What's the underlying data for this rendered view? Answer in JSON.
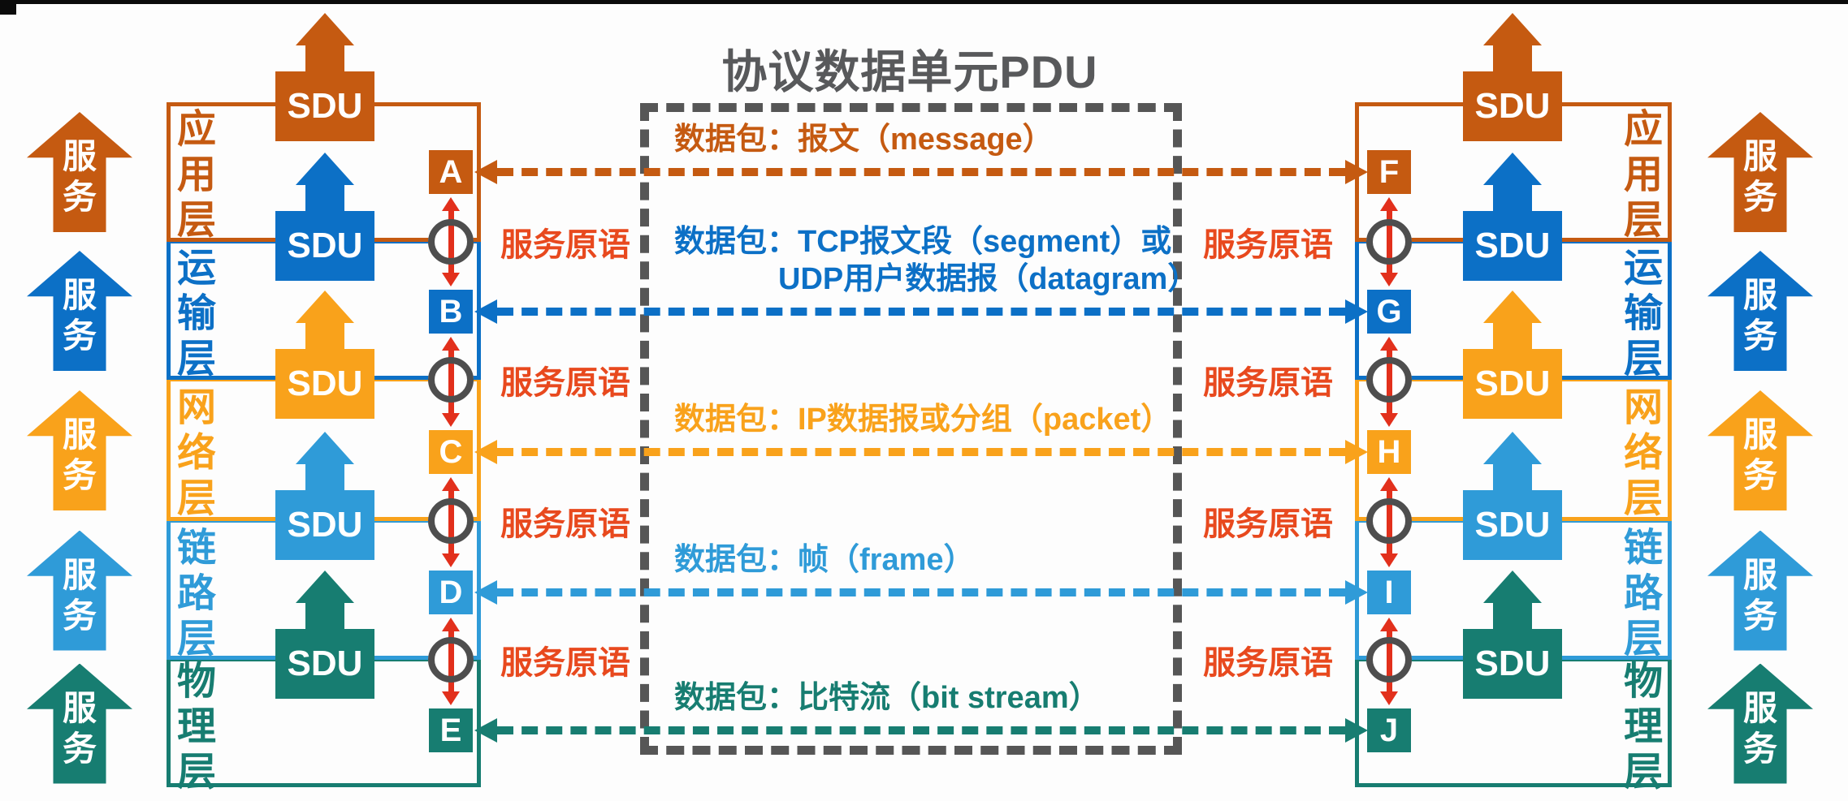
{
  "title": "协议数据单元PDU",
  "labels": {
    "sdu": "SDU",
    "service": "服务",
    "service_primitive": "服务原语"
  },
  "colors": {
    "red_arrow": "#E2301C",
    "service_primitive_text": "#E8491E",
    "dashed_box_gray": "#565656",
    "circle_ring_gray": "#4E4E4E",
    "title_text": "#58595B",
    "background": "#FDFDFD"
  },
  "layers": [
    {
      "id": "application",
      "name": "应用层",
      "color": "#C55A11",
      "left_letter": "A",
      "right_letter": "F",
      "pdu_lines": [
        "数据包：报文（message）"
      ]
    },
    {
      "id": "transport",
      "name": "运输层",
      "color": "#0C70C6",
      "left_letter": "B",
      "right_letter": "G",
      "pdu_lines": [
        "数据包：TCP报文段（segment）或",
        "UDP用户数据报（datagram）"
      ]
    },
    {
      "id": "network",
      "name": "网络层",
      "color": "#F9A21B",
      "left_letter": "C",
      "right_letter": "H",
      "pdu_lines": [
        "数据包：IP数据报或分组（packet）"
      ]
    },
    {
      "id": "link",
      "name": "链路层",
      "color": "#2F9BD8",
      "left_letter": "D",
      "right_letter": "I",
      "pdu_lines": [
        "数据包：帧（frame）"
      ]
    },
    {
      "id": "physical",
      "name": "物理层",
      "color": "#177D71",
      "left_letter": "E",
      "right_letter": "J",
      "pdu_lines": [
        "数据包：比特流（bit stream）"
      ]
    }
  ]
}
